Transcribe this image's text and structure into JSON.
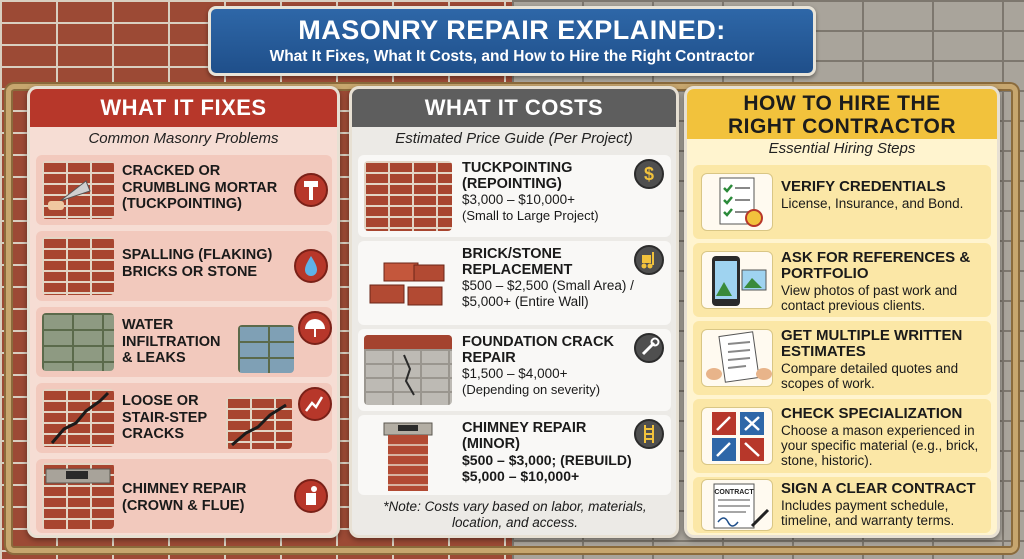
{
  "header": {
    "title": "MASONRY REPAIR EXPLAINED:",
    "subtitle": "What It Fixes, What It Costs, and How to Hire the Right Contractor"
  },
  "fixes": {
    "heading": "WHAT IT FIXES",
    "subheading": "Common Masonry Problems",
    "items": [
      {
        "label": "CRACKED OR CRUMBLING MORTAR (TUCKPOINTING)",
        "icon": "hammer-icon"
      },
      {
        "label": "SPALLING (FLAKING) BRICKS OR STONE",
        "icon": "water-drop-icon"
      },
      {
        "label": "WATER INFILTRATION & LEAKS",
        "icon": "umbrella-icon"
      },
      {
        "label": "LOOSE OR STAIR-STEP CRACKS",
        "icon": "crack-icon"
      },
      {
        "label": "CHIMNEY REPAIR (CROWN & FLUE)",
        "icon": "chimney-icon"
      }
    ]
  },
  "costs": {
    "heading": "WHAT IT COSTS",
    "subheading": "Estimated Price Guide (Per Project)",
    "items": [
      {
        "title": "TUCKPOINTING (REPOINTING)",
        "range": "$3,000 – $10,000+",
        "note": "(Small to Large Project)",
        "icon": "dollar-icon"
      },
      {
        "title": "BRICK/STONE REPLACEMENT",
        "range": "$500 – $2,500 (Small Area) / $5,000+ (Entire Wall)",
        "note": "",
        "icon": "forklift-icon"
      },
      {
        "title": "FOUNDATION CRACK REPAIR",
        "range": "$1,500 – $4,000+",
        "note": "(Depending on severity)",
        "icon": "wrench-icon"
      },
      {
        "title": "CHIMNEY REPAIR (MINOR)",
        "range": "$500 – $3,000; (REBUILD) $5,000 – $10,000+",
        "note": "",
        "icon": "ladder-icon"
      }
    ],
    "footnote": "*Note: Costs vary based on labor, materials, location, and access."
  },
  "hire": {
    "heading_line1": "HOW TO HIRE THE",
    "heading_line2": "RIGHT CONTRACTOR",
    "subheading": "Essential Hiring Steps",
    "contract_word": "CONTRACT",
    "steps": [
      {
        "title": "VERIFY CREDENTIALS",
        "desc": "License, Insurance, and Bond.",
        "icon": "checklist-icon"
      },
      {
        "title": "ASK FOR REFERENCES & PORTFOLIO",
        "desc": "View photos of past work and contact previous clients.",
        "icon": "phone-gallery-icon"
      },
      {
        "title": "GET MULTIPLE WRITTEN ESTIMATES",
        "desc": "Compare detailed quotes and scopes of work.",
        "icon": "document-icon"
      },
      {
        "title": "CHECK SPECIALIZATION",
        "desc": "Choose a mason experienced in your specific material (e.g., brick, stone, historic).",
        "icon": "tools-grid-icon"
      },
      {
        "title": "SIGN A CLEAR CONTRACT",
        "desc": "Includes payment schedule, timeline, and warranty terms.",
        "icon": "contract-icon"
      }
    ]
  },
  "colors": {
    "fixes_accent": "#b7372a",
    "costs_accent": "#5e5e5e",
    "hire_accent": "#f2c23c",
    "title_blue": "#2e67a8"
  }
}
